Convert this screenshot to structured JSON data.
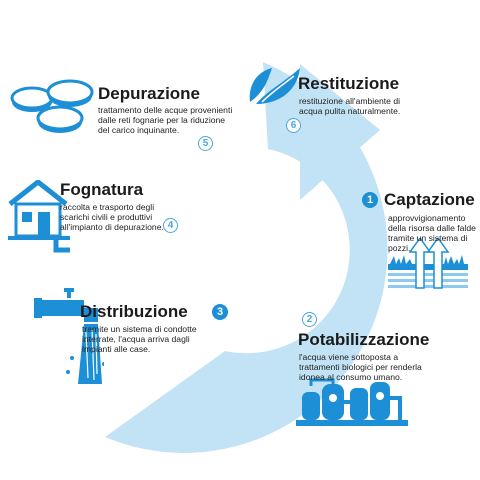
{
  "colors": {
    "cycle": "#c2e3f6",
    "icon_blue": "#1c8fd6",
    "icon_light": "#8ccbef",
    "text": "#1b1b1b"
  },
  "steps": [
    {
      "number": "1",
      "title": "Captazione",
      "description": [
        "approvvigionamento",
        "della risorsa dalle falde",
        "tramite un sistema di",
        "pozzi."
      ],
      "icon": "well-arrows-icon"
    },
    {
      "number": "2",
      "title": "Potabilizzazione",
      "description": [
        "l'acqua viene sottoposta a",
        "trattamenti biologici per renderla",
        "idonea al consumo umano."
      ],
      "icon": "treatment-plant-icon"
    },
    {
      "number": "3",
      "title": "Distribuzione",
      "description": [
        "tramite un sistema di condotte",
        "interrate, l'acqua arriva dagli",
        "impianti alle case."
      ],
      "icon": "faucet-icon"
    },
    {
      "number": "4",
      "title": "Fognatura",
      "description": [
        "raccolta e trasporto degli",
        "scarichi civili e produttivi",
        "all'impianto di depurazione."
      ],
      "icon": "house-sewer-icon"
    },
    {
      "number": "5",
      "title": "Depurazione",
      "description": [
        "trattamento delle acque provenienti",
        "dalle reti fognarie per la riduzione",
        "del carico inquinante."
      ],
      "icon": "purification-tanks-icon"
    },
    {
      "number": "6",
      "title": "Restituzione",
      "description": [
        "restituzione all'ambiente di",
        "acqua pulita naturalmente."
      ],
      "icon": "leaves-icon"
    }
  ]
}
